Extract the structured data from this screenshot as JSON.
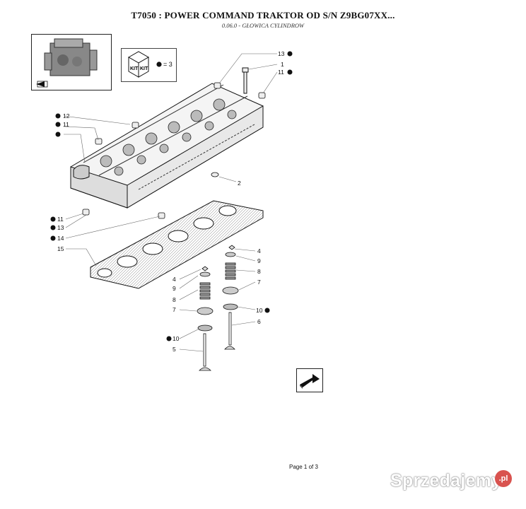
{
  "header": {
    "title": "T7050 : POWER COMMAND TRAKTOR OD S/N Z9BG07XX...",
    "subtitle": "0.06.0 - GŁOWICA CYLINDROW"
  },
  "kit": {
    "label": "= 3",
    "text_a": "KIT",
    "text_b": "KIT"
  },
  "callouts": {
    "c13a": "13",
    "c1": "1",
    "c11a": "11",
    "c12": "12",
    "c11b": "11",
    "c2": "2",
    "c11c": "11",
    "c13b": "13",
    "c14": "14",
    "c15": "15",
    "c4a": "4",
    "c9a": "9",
    "c8a": "8",
    "c7a": "7",
    "c10a": "10",
    "c6": "6",
    "c4b": "4",
    "c9b": "9",
    "c8b": "8",
    "c7b": "7",
    "c10b": "10",
    "c5": "5"
  },
  "footer": {
    "page": "Page 1 of 3"
  },
  "watermark": {
    "text": "Sprzedajemy",
    "dot": ".pl"
  }
}
